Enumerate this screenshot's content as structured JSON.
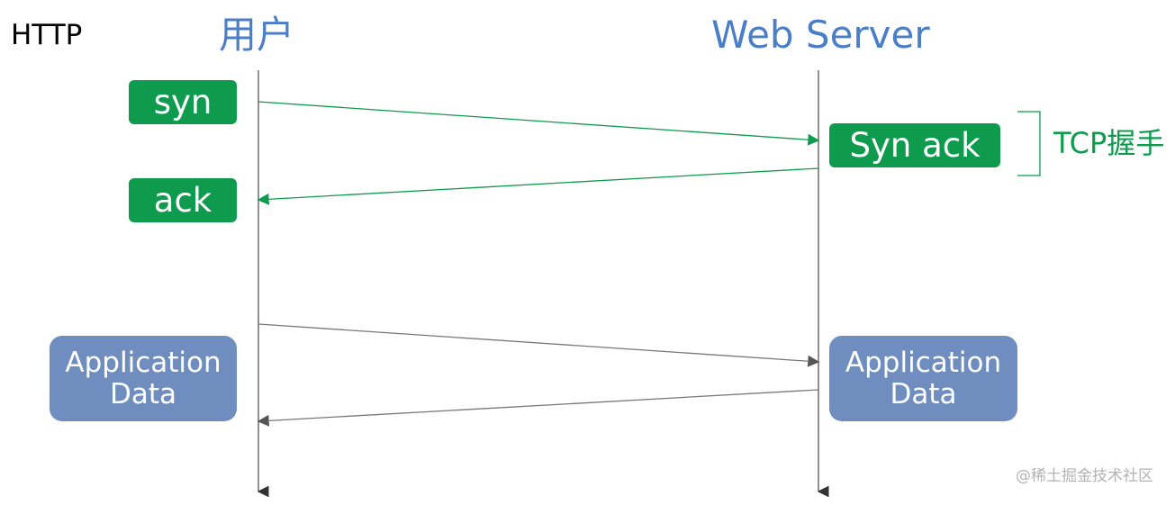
{
  "protocol_label": "HTTP",
  "participants": {
    "user": "用户",
    "server": "Web Server"
  },
  "messages": {
    "syn": "syn",
    "syn_ack": "Syn ack",
    "ack": "ack",
    "application_data_user": [
      "Application",
      "Data"
    ],
    "application_data_server": [
      "Application",
      "Data"
    ]
  },
  "annotations": {
    "tcp_handshake": "TCP握手"
  },
  "watermark": "@稀土掘金技术社区",
  "colors": {
    "handshake_green": "#0f9b4d",
    "data_blue": "#6f8ebf",
    "title_blue": "#4a7fc7",
    "lifeline": "#555555"
  }
}
